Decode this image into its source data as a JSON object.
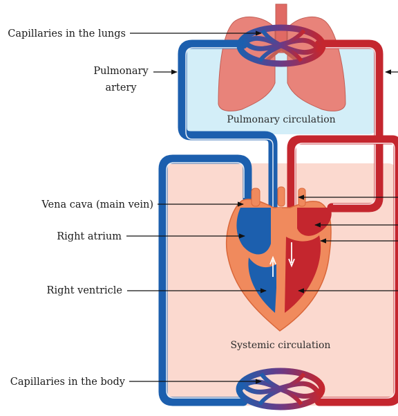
{
  "labels": {
    "capillaries_lungs": "Capillaries in the lungs",
    "pulmonary_artery_line1": "Pulmonary",
    "pulmonary_artery_line2": "artery",
    "vena_cava": "Vena cava (main vein)",
    "right_atrium": "Right atrium",
    "right_ventricle": "Right ventricle",
    "capillaries_body": "Capillaries in the body"
  },
  "regions": {
    "pulmonary": "Pulmonary circulation",
    "systemic": "Systemic circulation"
  },
  "colors": {
    "deoxygenated": "#1c5fae",
    "oxygenated": "#c4262e",
    "pulmonary_bg": "#d3eef8",
    "systemic_bg": "#fbd9cf",
    "heart_outer": "#f08a5d",
    "lung": "#e8837a"
  }
}
